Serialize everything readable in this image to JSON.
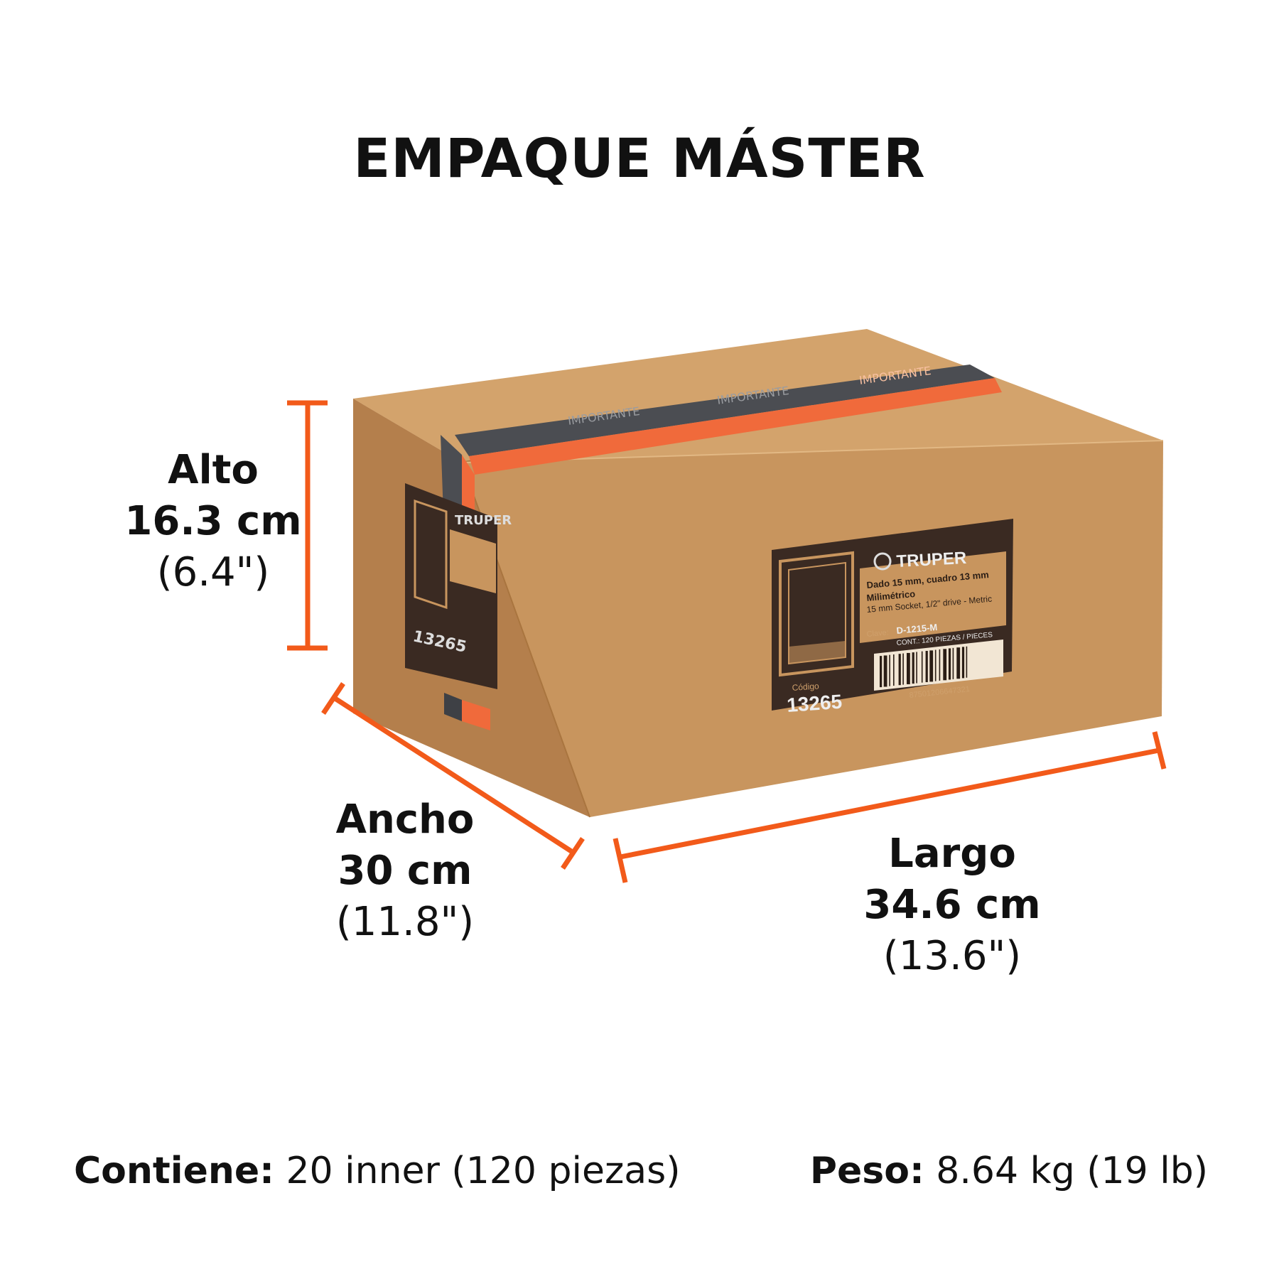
{
  "title": "EMPAQUE MÁSTER",
  "brand": "TRUPER",
  "label": {
    "line1": "Dado 15 mm, cuadro 13 mm",
    "line2": "Milimétrico",
    "line3": "15 mm Socket, 1/2\" drive - Metric",
    "clave_label": "Clave:",
    "clave": "D-1215-M",
    "cont": "CONT.: 120 PIEZAS / PIECES",
    "codigo_label": "Código",
    "codigo": "13265",
    "barcode_number": "87501206647321"
  },
  "tape_text": "IMPORTANTE",
  "dimensions": {
    "alto": {
      "label": "Alto",
      "metric": "16.3 cm",
      "imperial": "(6.4\")"
    },
    "ancho": {
      "label": "Ancho",
      "metric": "30 cm",
      "imperial": "(11.8\")"
    },
    "largo": {
      "label": "Largo",
      "metric": "34.6 cm",
      "imperial": "(13.6\")"
    }
  },
  "footer": {
    "contiene_label": "Contiene:",
    "contiene_value": " 20 inner (120 piezas)",
    "peso_label": "Peso:",
    "peso_value": " 8.64 kg (19 lb)"
  },
  "colors": {
    "accent": "#f25a1a",
    "cardboard_front": "#c8955e",
    "cardboard_side": "#b98450",
    "cardboard_top": "#d3a36c",
    "label_dark": "#3a2a22",
    "tape_gray": "#4b4d52"
  }
}
